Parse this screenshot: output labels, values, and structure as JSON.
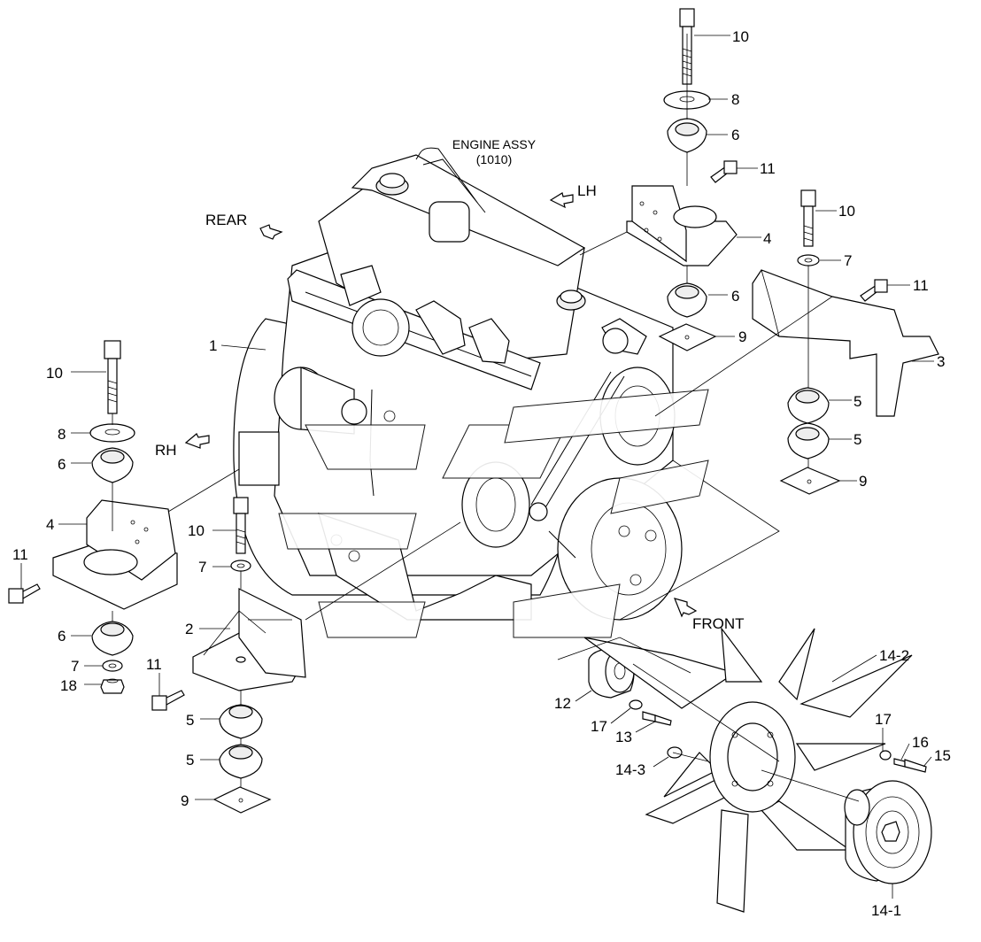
{
  "title": {
    "name": "ENGINE ASSY",
    "code": "(1010)"
  },
  "directions": {
    "rear": "REAR",
    "lh": "LH",
    "rh": "RH",
    "front": "FRONT"
  },
  "callouts": {
    "c1": "1",
    "c2": "2",
    "c3": "3",
    "c4a": "4",
    "c4b": "4",
    "c5a": "5",
    "c5b": "5",
    "c5c": "5",
    "c5d": "5",
    "c6a": "6",
    "c6b": "6",
    "c6c": "6",
    "c6d": "6",
    "c7a": "7",
    "c7b": "7",
    "c7c": "7",
    "c8a": "8",
    "c8b": "8",
    "c9a": "9",
    "c9b": "9",
    "c9c": "9",
    "c10a": "10",
    "c10b": "10",
    "c10c": "10",
    "c10d": "10",
    "c11a": "11",
    "c11b": "11",
    "c11c": "11",
    "c11d": "11",
    "c12": "12",
    "c13": "13",
    "c141": "14-1",
    "c142": "14-2",
    "c143": "14-3",
    "c15": "15",
    "c16": "16",
    "c17a": "17",
    "c17b": "17",
    "c18": "18"
  }
}
